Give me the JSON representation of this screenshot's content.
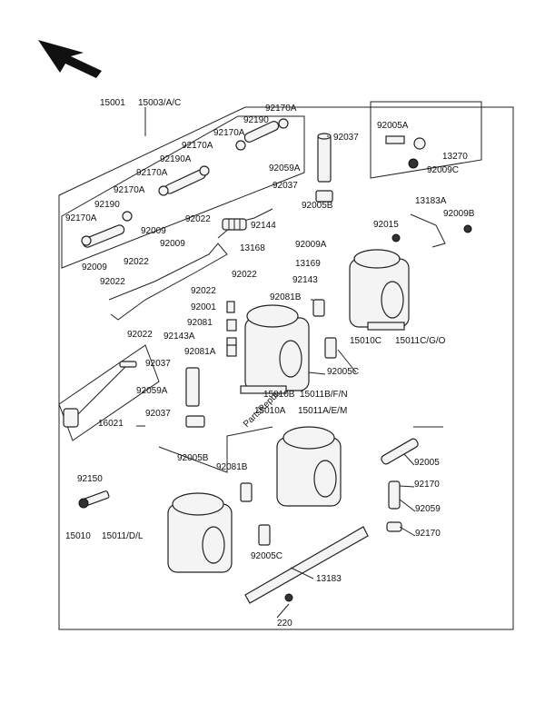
{
  "diagram": {
    "watermark": "PartsRepublik",
    "labels": {
      "l15001": "15001",
      "l15003": "15003/A/C",
      "l92170A_1": "92170A",
      "l92190_1": "92190",
      "l92170A_2": "92170A",
      "l92170A_3": "92170A",
      "l92190A": "92190A",
      "l92170A_4": "92170A",
      "l92170A_5": "92170A",
      "l92190_2": "92190",
      "l92170A_6": "92170A",
      "l92037_1": "92037",
      "l92059A_1": "92059A",
      "l92037_2": "92037",
      "l92005B_1": "92005B",
      "l92005A": "92005A",
      "l13270": "13270",
      "l92009C": "92009C",
      "l13183A": "13183A",
      "l92015": "92015",
      "l92009B": "92009B",
      "l92009_1": "92009",
      "l92022_1": "92022",
      "l92144": "92144",
      "l92009_2": "92009",
      "l13168": "13168",
      "l92009A": "92009A",
      "l92022_2": "92022",
      "l13169": "13169",
      "l92009_3": "92009",
      "l92022_3": "92022",
      "l92022_4": "92022",
      "l92143": "92143",
      "l92022_5": "92022",
      "l92081B_1": "92081B",
      "l92001": "92001",
      "l92081": "92081",
      "l92022_6": "92022",
      "l92143A": "92143A",
      "l92081A": "92081A",
      "l15010C": "15010C",
      "l15011C": "15011C/G/O",
      "l92037_3": "92037",
      "l92005C_1": "92005C",
      "l92059A_2": "92059A",
      "l15010B": "15010B",
      "l15011B": "15011B/F/N",
      "l16021": "16021",
      "l92037_4": "92037",
      "l15010A": "15010A",
      "l15011A": "15011A/E/M",
      "l92005B_2": "92005B",
      "l92081B_2": "92081B",
      "l92005": "92005",
      "l92170_1": "92170",
      "l92150": "92150",
      "l92059": "92059",
      "l15010": "15010",
      "l15011": "15011/D/L",
      "l92170_2": "92170",
      "l92005C_2": "92005C",
      "l13183": "13183",
      "l220": "220"
    }
  }
}
